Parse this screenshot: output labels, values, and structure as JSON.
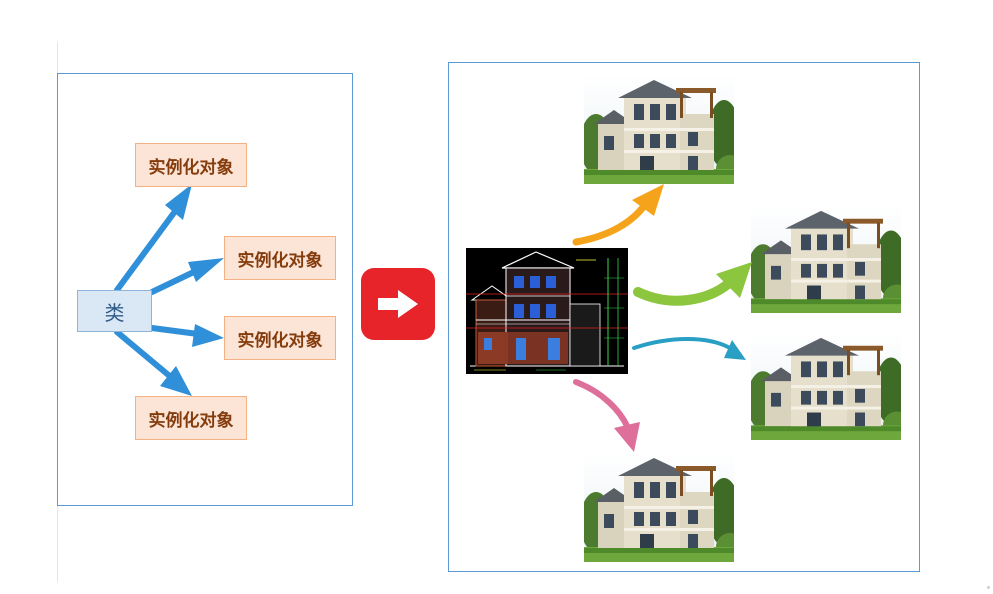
{
  "diagram": {
    "class_label": "类",
    "object_label": "实例化对象",
    "objects": [
      {
        "label": "实例化对象"
      },
      {
        "label": "实例化对象"
      },
      {
        "label": "实例化对象"
      },
      {
        "label": "实例化对象"
      }
    ]
  },
  "colors": {
    "panel_border": "#5b9bd5",
    "object_fill": "#fce4d6",
    "object_border": "#f4b183",
    "object_text": "#843c0c",
    "class_fill": "#dae8f5",
    "arrow_blue": "#2f8fd8",
    "red_button": "#e8242b",
    "arrow_orange": "#f5a31a",
    "arrow_green": "#8cc63f",
    "arrow_teal": "#2a9fc4",
    "arrow_pink": "#de6f9a"
  },
  "icons": {
    "transform_button": "right-arrow-icon",
    "blueprint": "house-blueprint-drawing",
    "house_photo": "house-photo"
  }
}
